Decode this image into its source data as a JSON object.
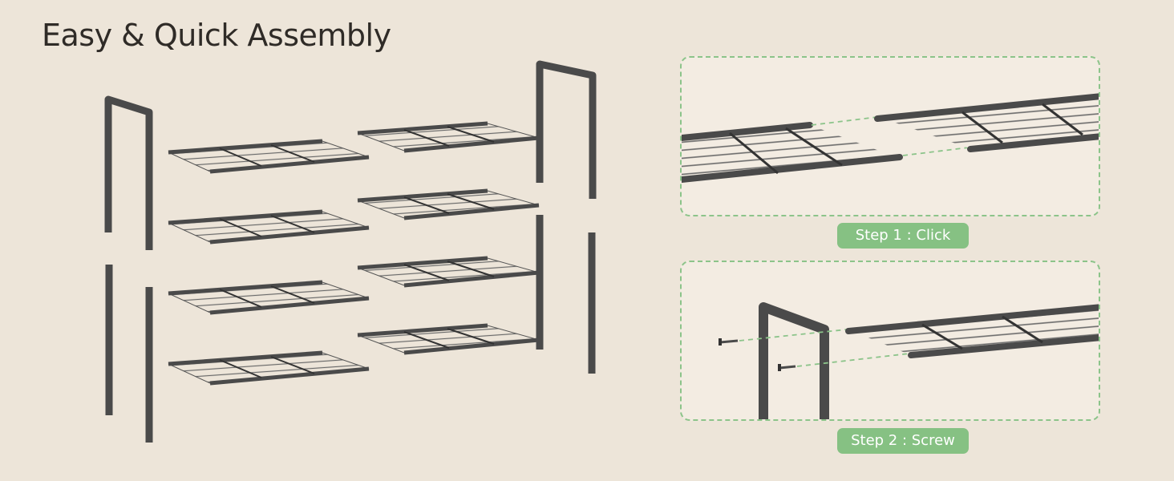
{
  "header": {
    "title": "Easy & Quick Assembly"
  },
  "steps": [
    {
      "label": "Step 1 : Click"
    },
    {
      "label": "Step 2 : Screw"
    }
  ],
  "colors": {
    "background": "#ede5d9",
    "panel_border": "#8cc48a",
    "badge": "#86c183",
    "metal": "#4b4b4b"
  }
}
